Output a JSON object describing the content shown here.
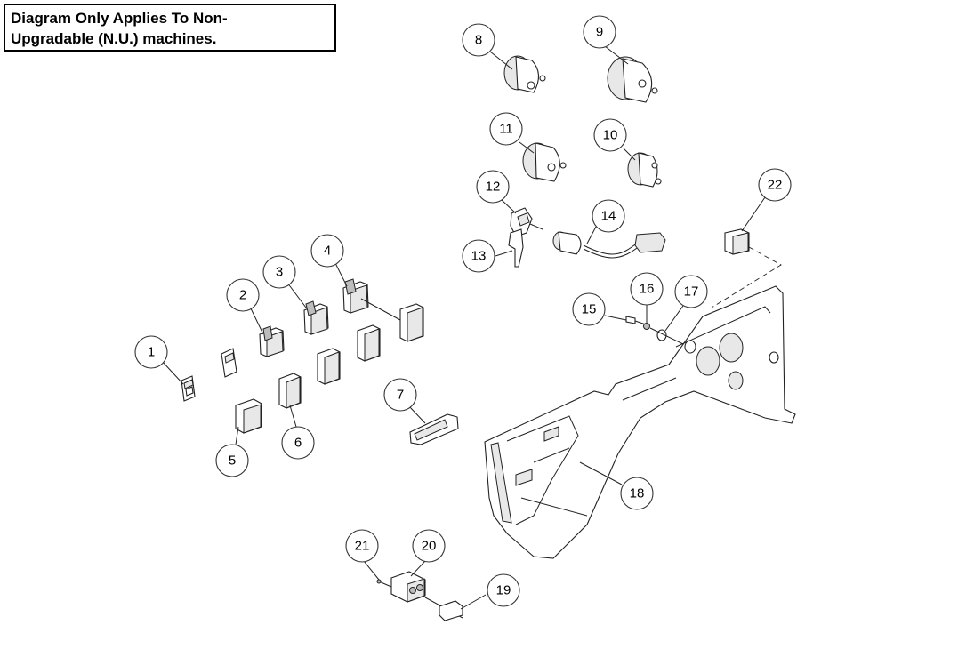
{
  "note": {
    "line1": "Diagram Only Applies To Non-",
    "line2": "Upgradable (N.U.) machines."
  },
  "callouts": [
    {
      "id": "1",
      "label": "1"
    },
    {
      "id": "2",
      "label": "2"
    },
    {
      "id": "3",
      "label": "3"
    },
    {
      "id": "4",
      "label": "4"
    },
    {
      "id": "5",
      "label": "5"
    },
    {
      "id": "6",
      "label": "6"
    },
    {
      "id": "7",
      "label": "7"
    },
    {
      "id": "8",
      "label": "8"
    },
    {
      "id": "9",
      "label": "9"
    },
    {
      "id": "10",
      "label": "10"
    },
    {
      "id": "11",
      "label": "11"
    },
    {
      "id": "12",
      "label": "12"
    },
    {
      "id": "13",
      "label": "13"
    },
    {
      "id": "14",
      "label": "14"
    },
    {
      "id": "15",
      "label": "15"
    },
    {
      "id": "16",
      "label": "16"
    },
    {
      "id": "17",
      "label": "17"
    },
    {
      "id": "18",
      "label": "18"
    },
    {
      "id": "19",
      "label": "19"
    },
    {
      "id": "20",
      "label": "20"
    },
    {
      "id": "21",
      "label": "21"
    },
    {
      "id": "22",
      "label": "22"
    }
  ]
}
